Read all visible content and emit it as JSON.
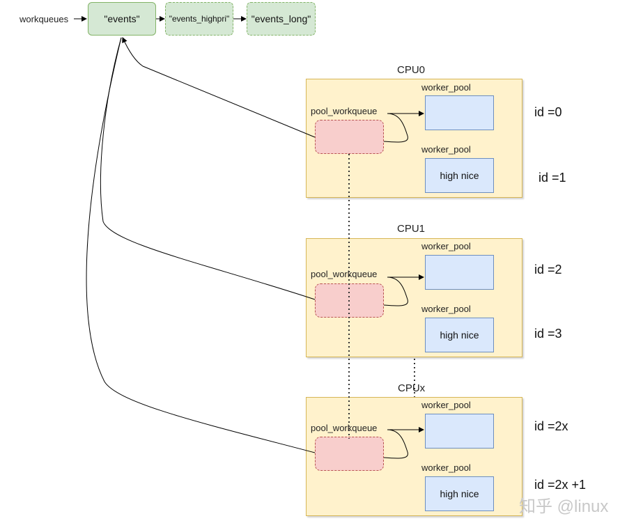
{
  "header": {
    "workqueues_label": "workqueues",
    "queues": [
      "\"events\"",
      "\"events_highpri\"",
      "\"events_long\""
    ]
  },
  "cpus": [
    {
      "title": "CPU0",
      "pool_workqueue_label": "pool_workqueue",
      "pool_labels": [
        "worker_pool",
        "worker_pool"
      ],
      "high_nice_label": "high nice",
      "ids": [
        "id =0",
        "id =1"
      ]
    },
    {
      "title": "CPU1",
      "pool_workqueue_label": "pool_workqueue",
      "pool_labels": [
        "worker_pool",
        "worker_pool"
      ],
      "high_nice_label": "high nice",
      "ids": [
        "id =2",
        "id =3"
      ]
    },
    {
      "title": "CPUx",
      "pool_workqueue_label": "pool_workqueue",
      "pool_labels": [
        "worker_pool",
        "worker_pool"
      ],
      "high_nice_label": "high nice",
      "ids": [
        "id =2x",
        "id =2x +1"
      ]
    }
  ],
  "watermark": "知乎 @linux"
}
